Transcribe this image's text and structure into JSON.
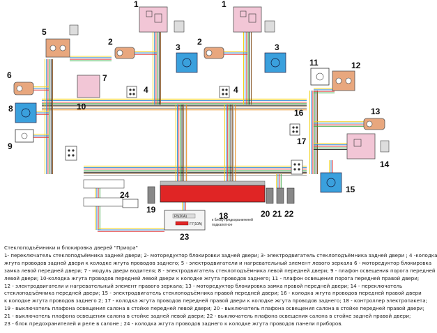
{
  "diagram": {
    "labels": [
      "1",
      "2",
      "3",
      "4",
      "5",
      "6",
      "7",
      "8",
      "9",
      "10",
      "11",
      "12",
      "13",
      "14",
      "15",
      "16",
      "17",
      "18",
      "19",
      "20",
      "21",
      "22",
      "23",
      "24"
    ],
    "fuse_text_top": "F5(20A)",
    "fuse_text_bottom": "F7(10A)",
    "note_line1": "к блоку предохранителей",
    "note_line2": "подкапотное",
    "colors": {
      "device_pink": "#f2c6d6",
      "device_blue": "#3aa0dd",
      "device_orange": "#e8a77e",
      "connector_red": "#e02525"
    }
  },
  "caption": {
    "title": "Стеклоподъёмники и блокировка дверей \"Приора\"",
    "lines": [
      "1- переключатель стеклоподъёмника задней двери; 2- моторедуктор блокировки задней двери; 3- электродвигатель стеклоподъёмника задней двери ; 4 -колодка",
      "жгута проводов задней двери к колодке жгута проводов заднего; 5 - электродвигатели и нагревательный элемент левого зеркала 6 - моторедуктор блокировка",
      "замка левой передней двери;  7 - модуль двери водителя; 8 - электродвигатель стеклоподъёмника левой передней двери; 9 - плафон освещения порога передней",
      "левой двери;  10-колодка жгута проводов передней левой двери  к колодке жгута проводов заднего; 11 -  плафон освещения порога передней правой двери;",
      "12 -  электродвигатели и нагревательный элемент правого зеркала; 13 -  моторедуктор блокировка замка правой передней двери;  14 -  переключатель",
      "стеклоподъёмника  передней двери; 15 -  электродвигатель стеклоподъёмника правой передней двери; 16 - колодка жгута проводов передней правой двери",
      "к колодке жгута проводов заднего 2;  17 - колодка жгута проводов передней правой двери  к колодке жгута проводов заднего; 18 - контроллер электропакета;",
      "19 - выключатель плафона освещения  салона в стойке передней левой двери; 20 -  выключатель плафона освещения салона в стойке передней правой двери;",
      "21 - выключатель плафона освещения  салона в стойке задней левой двери;  22 -  выключатель плафона освещения салона в стойке задней правой двери;",
      "23 - блок предохранителей и реле в салоне ; 24 - колодка жгута проводов заднего к колодке жгута проводов панели приборов."
    ]
  }
}
